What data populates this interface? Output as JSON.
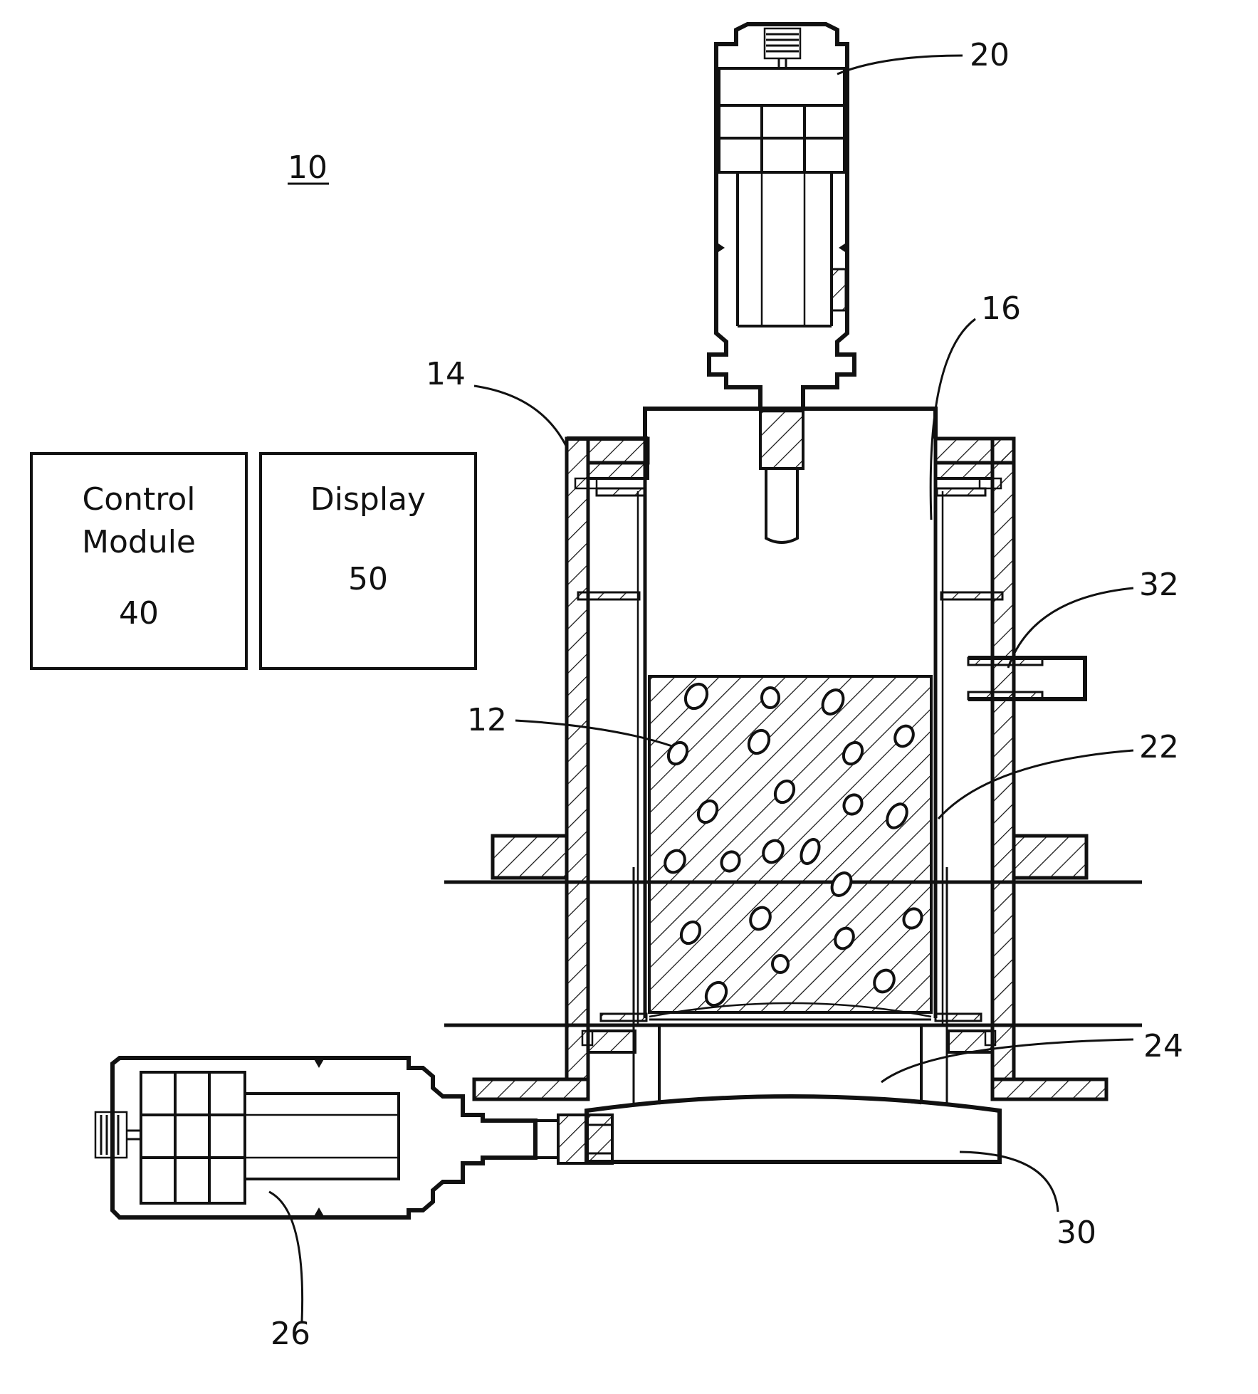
{
  "figure_label": "10",
  "boxes": {
    "control": {
      "line1": "Control",
      "line2": "Module",
      "number": "40"
    },
    "display": {
      "line1": "Display",
      "number": "50"
    }
  },
  "callouts": {
    "sensor_top": "20",
    "inner_tube": "16",
    "housing": "14",
    "outlet_port": "32",
    "sample": "12",
    "liner": "22",
    "chamber": "24",
    "base": "30",
    "sensor_side": "26"
  },
  "colors": {
    "ink": "#111111",
    "background": "#ffffff"
  }
}
